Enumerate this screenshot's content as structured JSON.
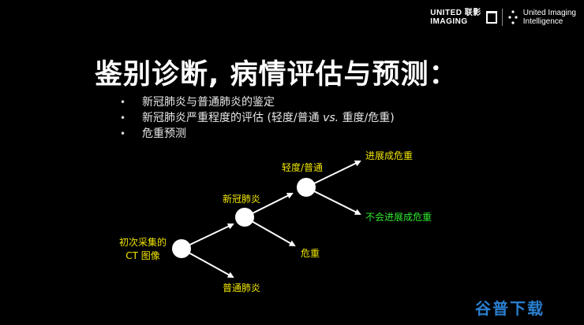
{
  "logo": {
    "brand_line1": "UNITED 联影",
    "brand_line2": "IMAGING",
    "ai_line1": "United Imaging",
    "ai_line2": "Intelligence"
  },
  "title": "鉴别诊断, 病情评估与预测：",
  "bullets": [
    {
      "text": "新冠肺炎与普通肺炎的鉴定"
    },
    {
      "pre": "新冠肺炎严重程度的评估 (轻度/普通 ",
      "ital": "vs.",
      "post": " 重度/危重)"
    },
    {
      "text": "危重预测"
    }
  ],
  "diagram": {
    "colors": {
      "node": "#ffffff",
      "label_yellow": "#f2e600",
      "label_green": "#2ee82e",
      "arrow": "#ffffff"
    },
    "labels": {
      "root_line1": "初次采集的",
      "root_line2": "CT 图像",
      "covid": "新冠肺炎",
      "ordinary_pneumonia": "普通肺炎",
      "mild": "轻度/普通",
      "critical": "危重",
      "progress": "进展成危重",
      "no_progress": "不会进展成危重"
    }
  },
  "watermark": "谷普下载"
}
